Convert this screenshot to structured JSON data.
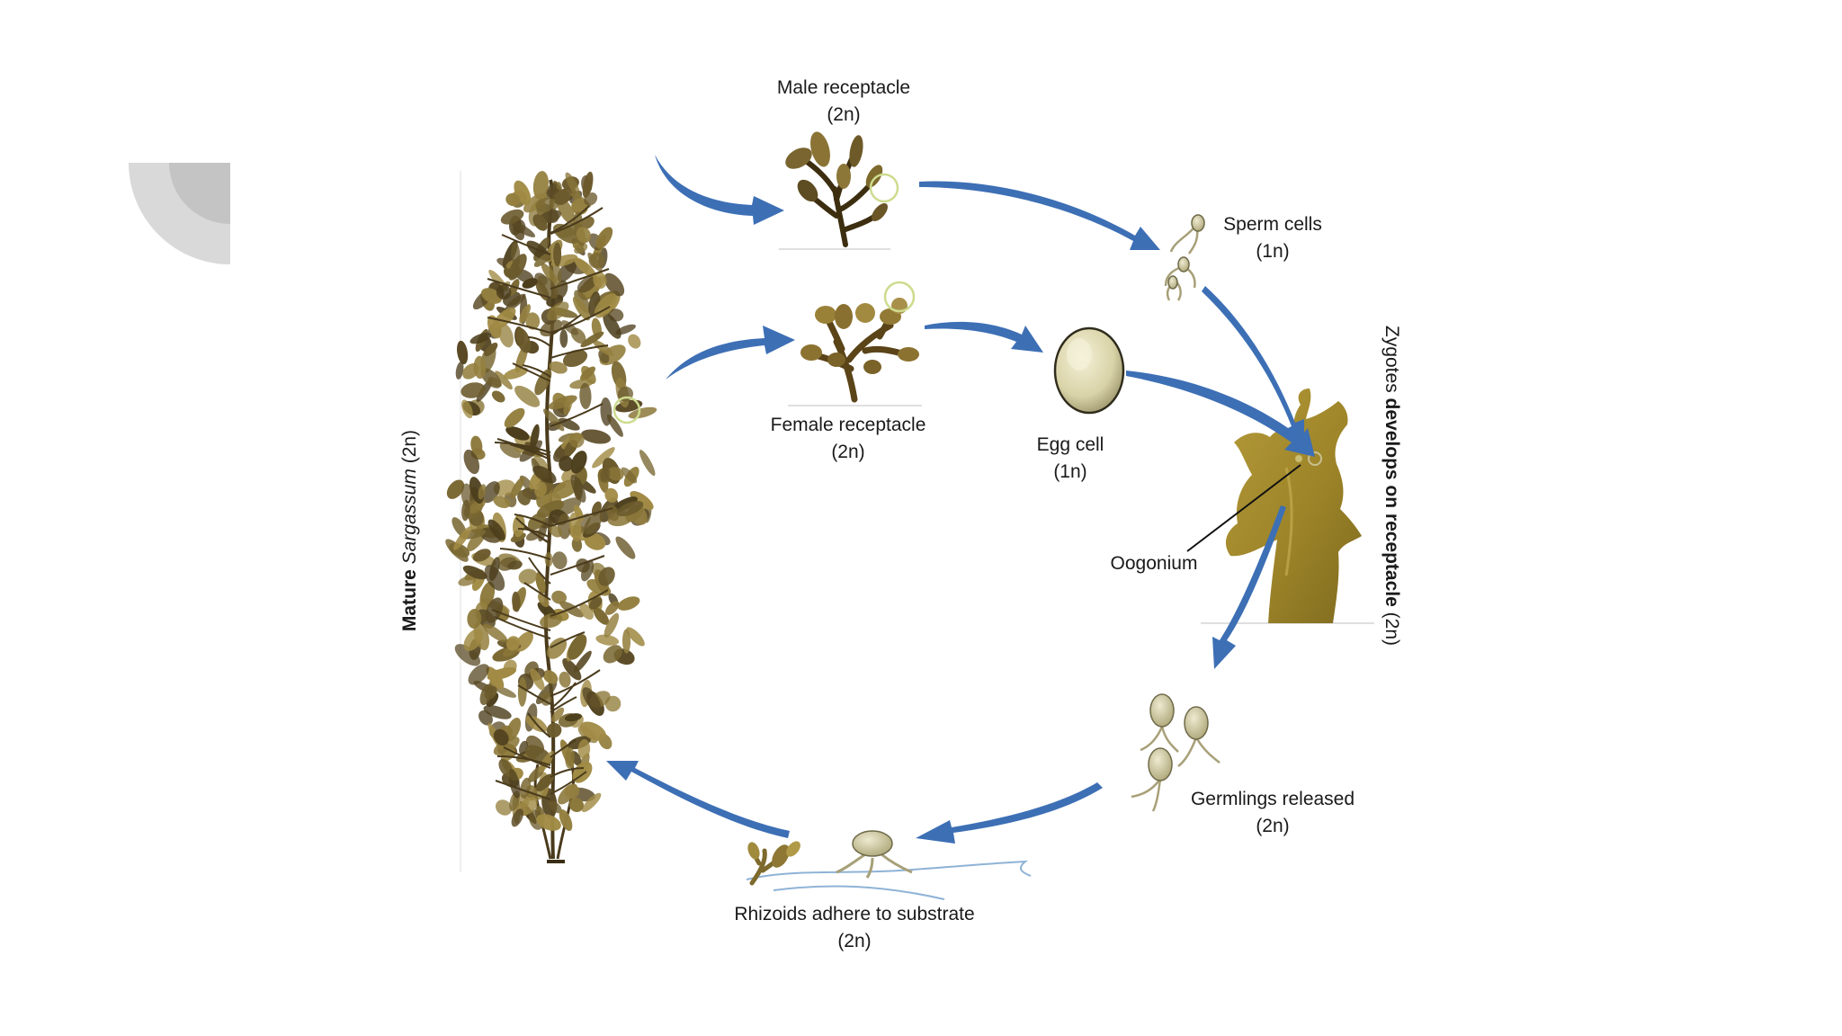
{
  "colors": {
    "arrow": "#3d6fb5",
    "alga_dark": "#5a4a25",
    "alga_mid": "#8a7335",
    "alga_light": "#a89548",
    "cell_fill": "#d9d3a8",
    "cell_stroke": "#6e6a48",
    "deco_gray": "#d9d9d9",
    "deco_gray_dark": "#c4c4c4",
    "ring_green": "#cddc8e",
    "water_line": "#8fb3d6"
  },
  "labels": {
    "male_receptacle": {
      "line1": "Male receptacle",
      "line2": "(2n)"
    },
    "sperm_cells": {
      "line1": "Sperm cells",
      "line2": "(1n)"
    },
    "female_receptacle": {
      "line1": "Female receptacle",
      "line2": "(2n)"
    },
    "egg_cell": {
      "line1": "Egg cell",
      "line2": "(1n)"
    },
    "oogonium": "Oogonium",
    "germlings": {
      "line1": "Germlings released",
      "line2": "(2n)"
    },
    "rhizoids": {
      "line1": "Rhizoids adhere to substrate",
      "line2": "(2n)"
    },
    "mature": {
      "word1": "Mature",
      "word2": "Sargassum",
      "line2": "(2n)"
    },
    "zygotes": {
      "word1": "Zygotes",
      "word2": "develops on receptacle",
      "line2": "(2n)"
    }
  },
  "icons": [
    "sargassum-plant",
    "male-receptacle",
    "female-receptacle",
    "sperm-cells",
    "egg-cell",
    "zygote-receptacle",
    "germlings",
    "rhizoid-germling",
    "cycle-arrow"
  ]
}
